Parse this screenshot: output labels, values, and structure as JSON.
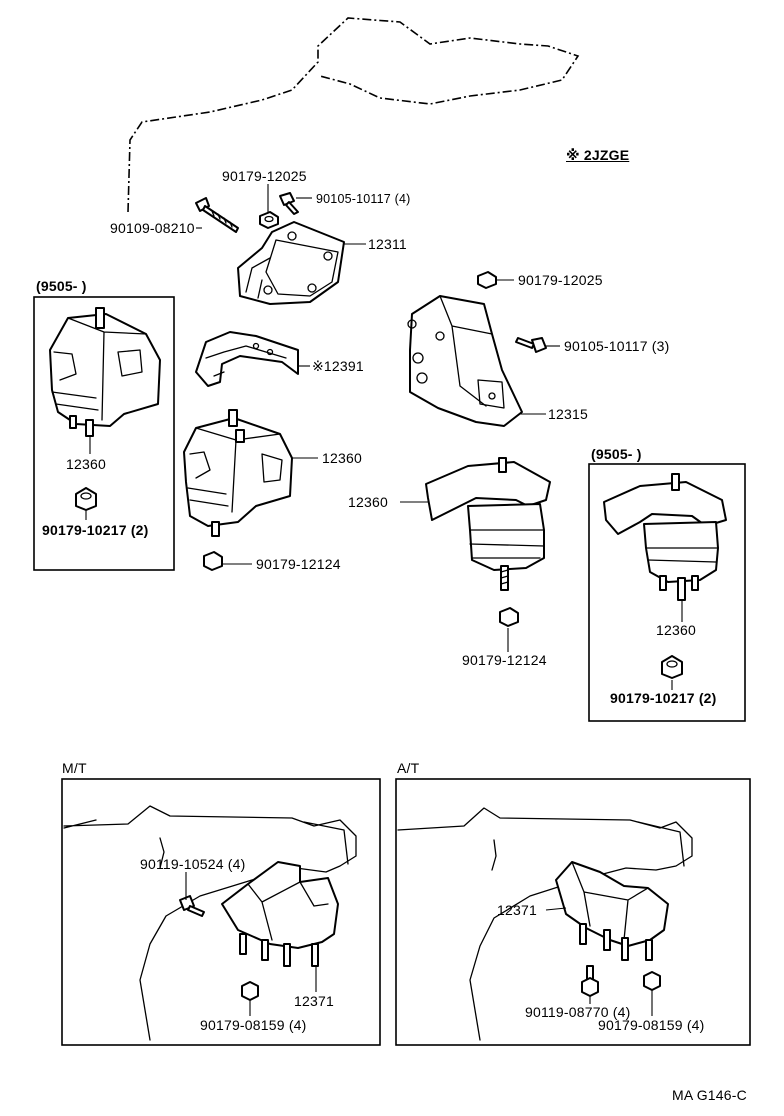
{
  "diagram": {
    "note_2jzge": "※ 2JZGE",
    "variant_label_left": "(9505-        )",
    "variant_label_right": "(9505-        )",
    "section_mt": "M/T",
    "section_at": "A/T",
    "footer_code": "MA  G146-C",
    "parts": {
      "bolt_90109": "90109-08210",
      "nut_90179_12025_top": "90179-12025",
      "bolt_90105_4": "90105-10117 (4)",
      "bracket_12311": "12311",
      "nut_90179_12025_right": "90179-12025",
      "bolt_90105_3": "90105-10117 (3)",
      "bracket_12391": "※12391",
      "bracket_12315": "12315",
      "mount_12360_center": "12360",
      "mount_12360_right_center": "12360",
      "nut_90179_12124_left": "90179-12124",
      "nut_90179_12124_right": "90179-12124",
      "mount_12360_left_box": "12360",
      "nut_90179_10217_left_box": "90179-10217 (2)",
      "mount_12360_right_box": "12360",
      "nut_90179_10217_right_box": "90179-10217 (2)",
      "bolt_90119_10524": "90119-10524 (4)",
      "insulator_12371_mt": "12371",
      "nut_90179_08159_mt": "90179-08159 (4)",
      "insulator_12371_at": "12371",
      "bolt_90119_08770": "90119-08770 (4)",
      "nut_90179_08159_at": "90179-08159 (4)"
    }
  }
}
